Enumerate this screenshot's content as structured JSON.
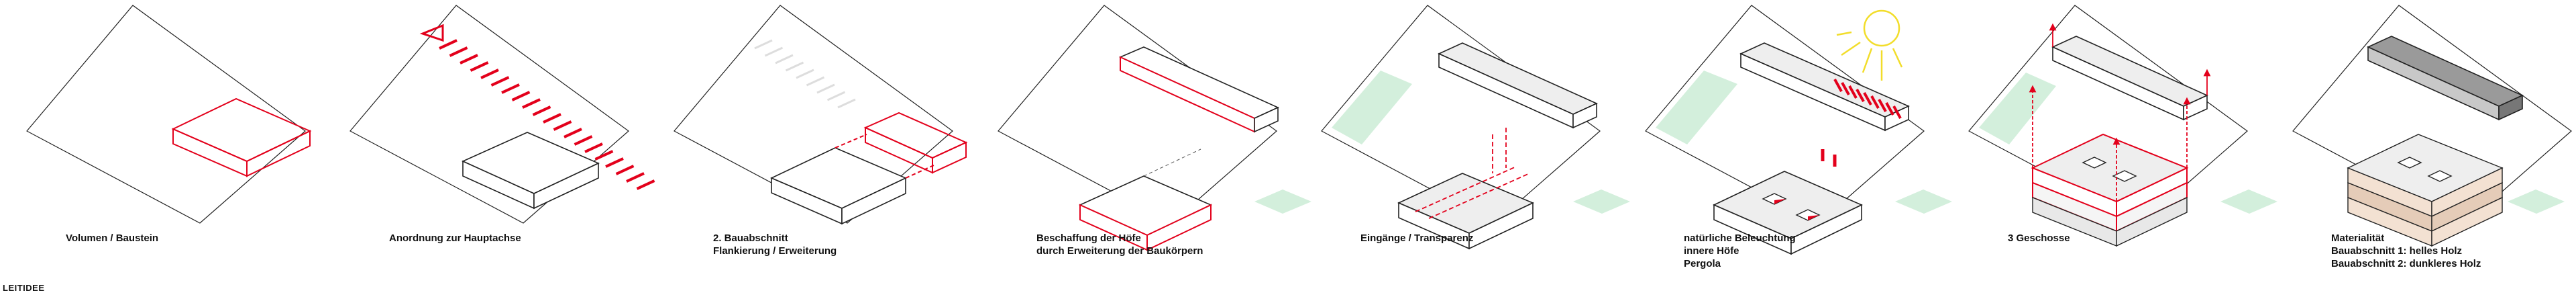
{
  "section_title": "LEITIDEE",
  "colors": {
    "accent_red": "#e3001b",
    "outline": "#222222",
    "green_area": "#d3efdc",
    "sun_yellow": "#f2dd2a",
    "light_wood": "#f3e1d2",
    "dark_wood": "#e5ccb8",
    "grey_roof": "#9a9a9a"
  },
  "panels": [
    {
      "id": "volumen",
      "lines": [
        "Volumen / Baustein"
      ]
    },
    {
      "id": "hauptachse",
      "lines": [
        "Anordnung zur Hauptachse"
      ]
    },
    {
      "id": "bauabschnitt",
      "lines": [
        "2. Bauabschnitt",
        "Flankierung / Erweiterung"
      ]
    },
    {
      "id": "hoefe",
      "lines": [
        "Beschaffung der Höfe",
        "durch Erweiterung der Baukörpern"
      ]
    },
    {
      "id": "eingaenge",
      "lines": [
        "Eingänge / Transparenz"
      ]
    },
    {
      "id": "beleuchtung",
      "lines": [
        "natürliche Beleuchtung",
        "innere Höfe",
        "Pergola"
      ]
    },
    {
      "id": "geschosse",
      "lines": [
        "3 Geschosse"
      ]
    },
    {
      "id": "materialitaet",
      "lines": [
        "Materialität",
        "Bauabschnitt 1: helles Holz",
        "Bauabschnitt 2: dunkleres Holz"
      ]
    }
  ]
}
